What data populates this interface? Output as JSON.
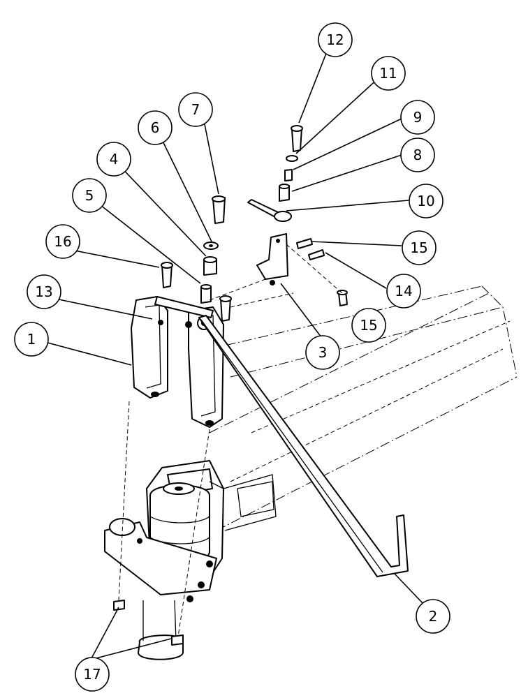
{
  "diagram": {
    "callouts": [
      {
        "label": "1"
      },
      {
        "label": "2"
      },
      {
        "label": "3"
      },
      {
        "label": "4"
      },
      {
        "label": "5"
      },
      {
        "label": "6"
      },
      {
        "label": "7"
      },
      {
        "label": "8"
      },
      {
        "label": "9"
      },
      {
        "label": "10"
      },
      {
        "label": "11"
      },
      {
        "label": "12"
      },
      {
        "label": "13"
      },
      {
        "label": "14"
      },
      {
        "label": "15"
      },
      {
        "label": "15"
      },
      {
        "label": "16"
      },
      {
        "label": "17"
      }
    ],
    "line_color": "#000000",
    "background_color": "#ffffff"
  }
}
